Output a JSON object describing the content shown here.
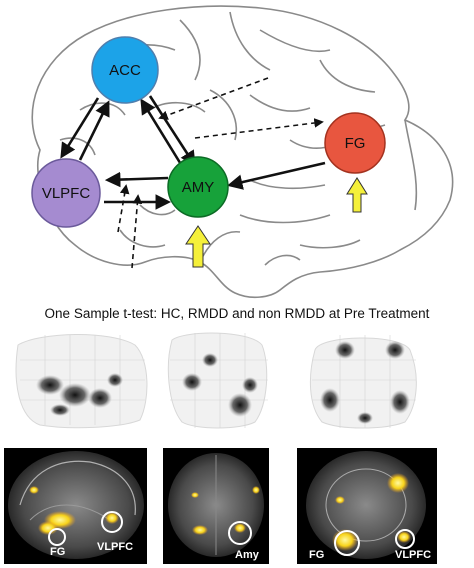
{
  "network": {
    "nodes": {
      "acc": {
        "label": "ACC",
        "color": "#1ca3e8"
      },
      "vlpfc": {
        "label": "VLPFC",
        "color": "#a58bd0"
      },
      "amy": {
        "label": "AMY",
        "color": "#17a23a"
      },
      "fg": {
        "label": "FG",
        "color": "#e8563f"
      }
    },
    "highlight_color": "#f5f03a"
  },
  "caption": "One Sample t-test: HC, RMDD and non RMDD at Pre Treatment",
  "roi_labels": {
    "sagittal_fg": "FG",
    "sagittal_vlpfc": "VLPFC",
    "coronal_amy": "Amy",
    "axial_fg": "FG",
    "axial_vlpfc": "VLPFC"
  },
  "activation_color": "#f7d31a"
}
